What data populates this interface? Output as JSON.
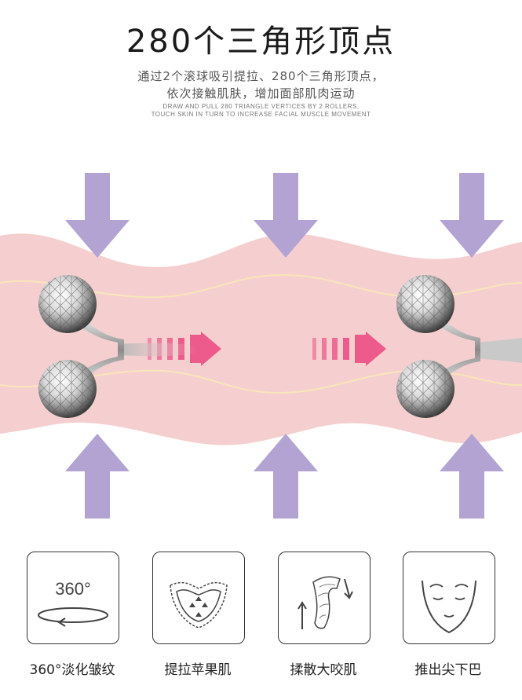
{
  "title": "280个三角形顶点",
  "subtitle": {
    "line1": "通过2个滚球吸引提拉、280个三角形顶点，",
    "line2": "依次接触肌肤，增加面部肌肉运动",
    "en_line1": "DRAW AND PULL 280 TRIANGLE VERTICES BY 2 ROLLERS,",
    "en_line2": "TOUCH SKIN IN TURN TO INCREASE FACIAL MUSCLE MOVEMENT"
  },
  "colors": {
    "skin": "#f5cfcf",
    "arrow_purple": "#b3a3d3",
    "arrow_pink": "#ec5b8c",
    "glow_line": "#f6e3b0"
  },
  "features": [
    {
      "icon": "rotate-360-icon",
      "icon_text": "360°",
      "label": "360°淡化皱纹"
    },
    {
      "icon": "chin-lift-icon",
      "label": "提拉苹果肌"
    },
    {
      "icon": "muscle-knead-icon",
      "label": "揉散大咬肌"
    },
    {
      "icon": "face-contour-icon",
      "label": "推出尖下巴"
    }
  ]
}
